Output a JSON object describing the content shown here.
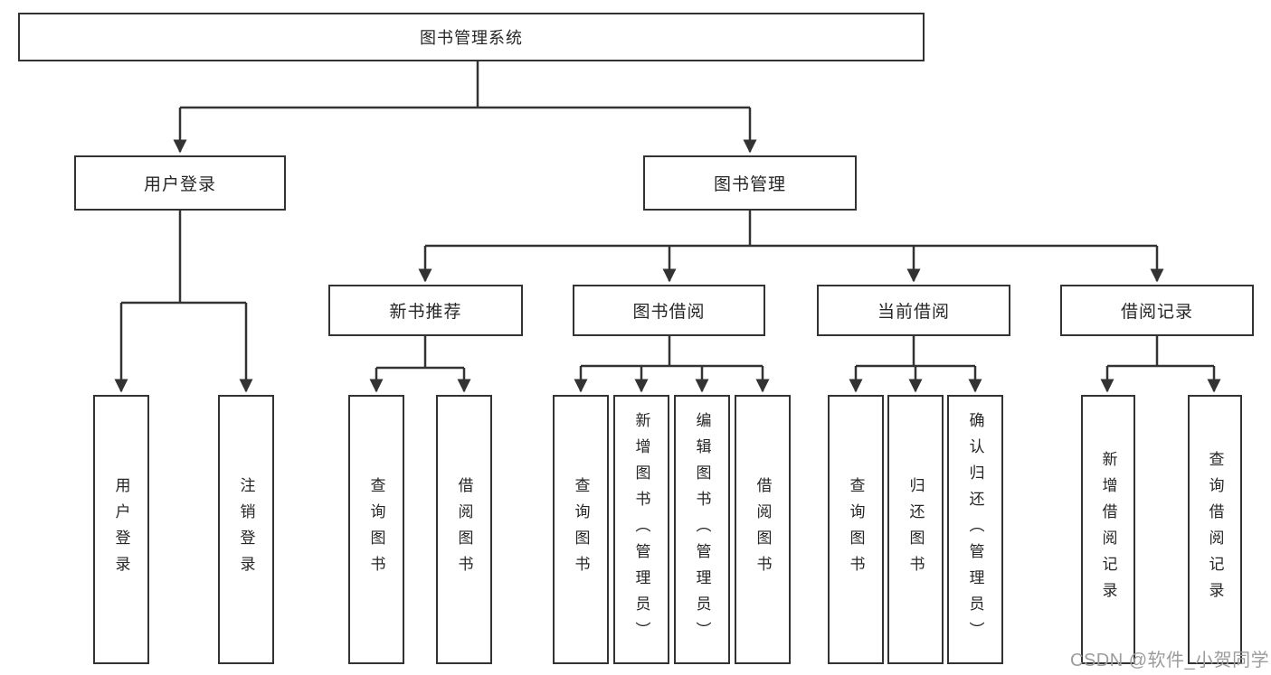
{
  "diagram": {
    "type": "tree",
    "root": {
      "label": "图书管理系统",
      "children": [
        {
          "label": "用户登录",
          "children": [
            {
              "label": "用户登录"
            },
            {
              "label": "注销登录"
            }
          ]
        },
        {
          "label": "图书管理",
          "children": [
            {
              "label": "新书推荐",
              "children": [
                {
                  "label": "查询图书"
                },
                {
                  "label": "借阅图书"
                }
              ]
            },
            {
              "label": "图书借阅",
              "children": [
                {
                  "label": "查询图书"
                },
                {
                  "label": "新增图书（管理员）"
                },
                {
                  "label": "编辑图书（管理员）"
                },
                {
                  "label": "借阅图书"
                }
              ]
            },
            {
              "label": "当前借阅",
              "children": [
                {
                  "label": "查询图书"
                },
                {
                  "label": "归还图书"
                },
                {
                  "label": "确认归还（管理员）"
                }
              ]
            },
            {
              "label": "借阅记录",
              "children": [
                {
                  "label": "新增借阅记录"
                },
                {
                  "label": "查询借阅记录"
                }
              ]
            }
          ]
        }
      ]
    }
  },
  "watermark": {
    "text": "CSDN @软件_小贺同学",
    "color": "#9c9c9c"
  },
  "colors": {
    "line": "#333333",
    "box_border": "#333333",
    "text": "#262626",
    "background": "#ffffff"
  }
}
